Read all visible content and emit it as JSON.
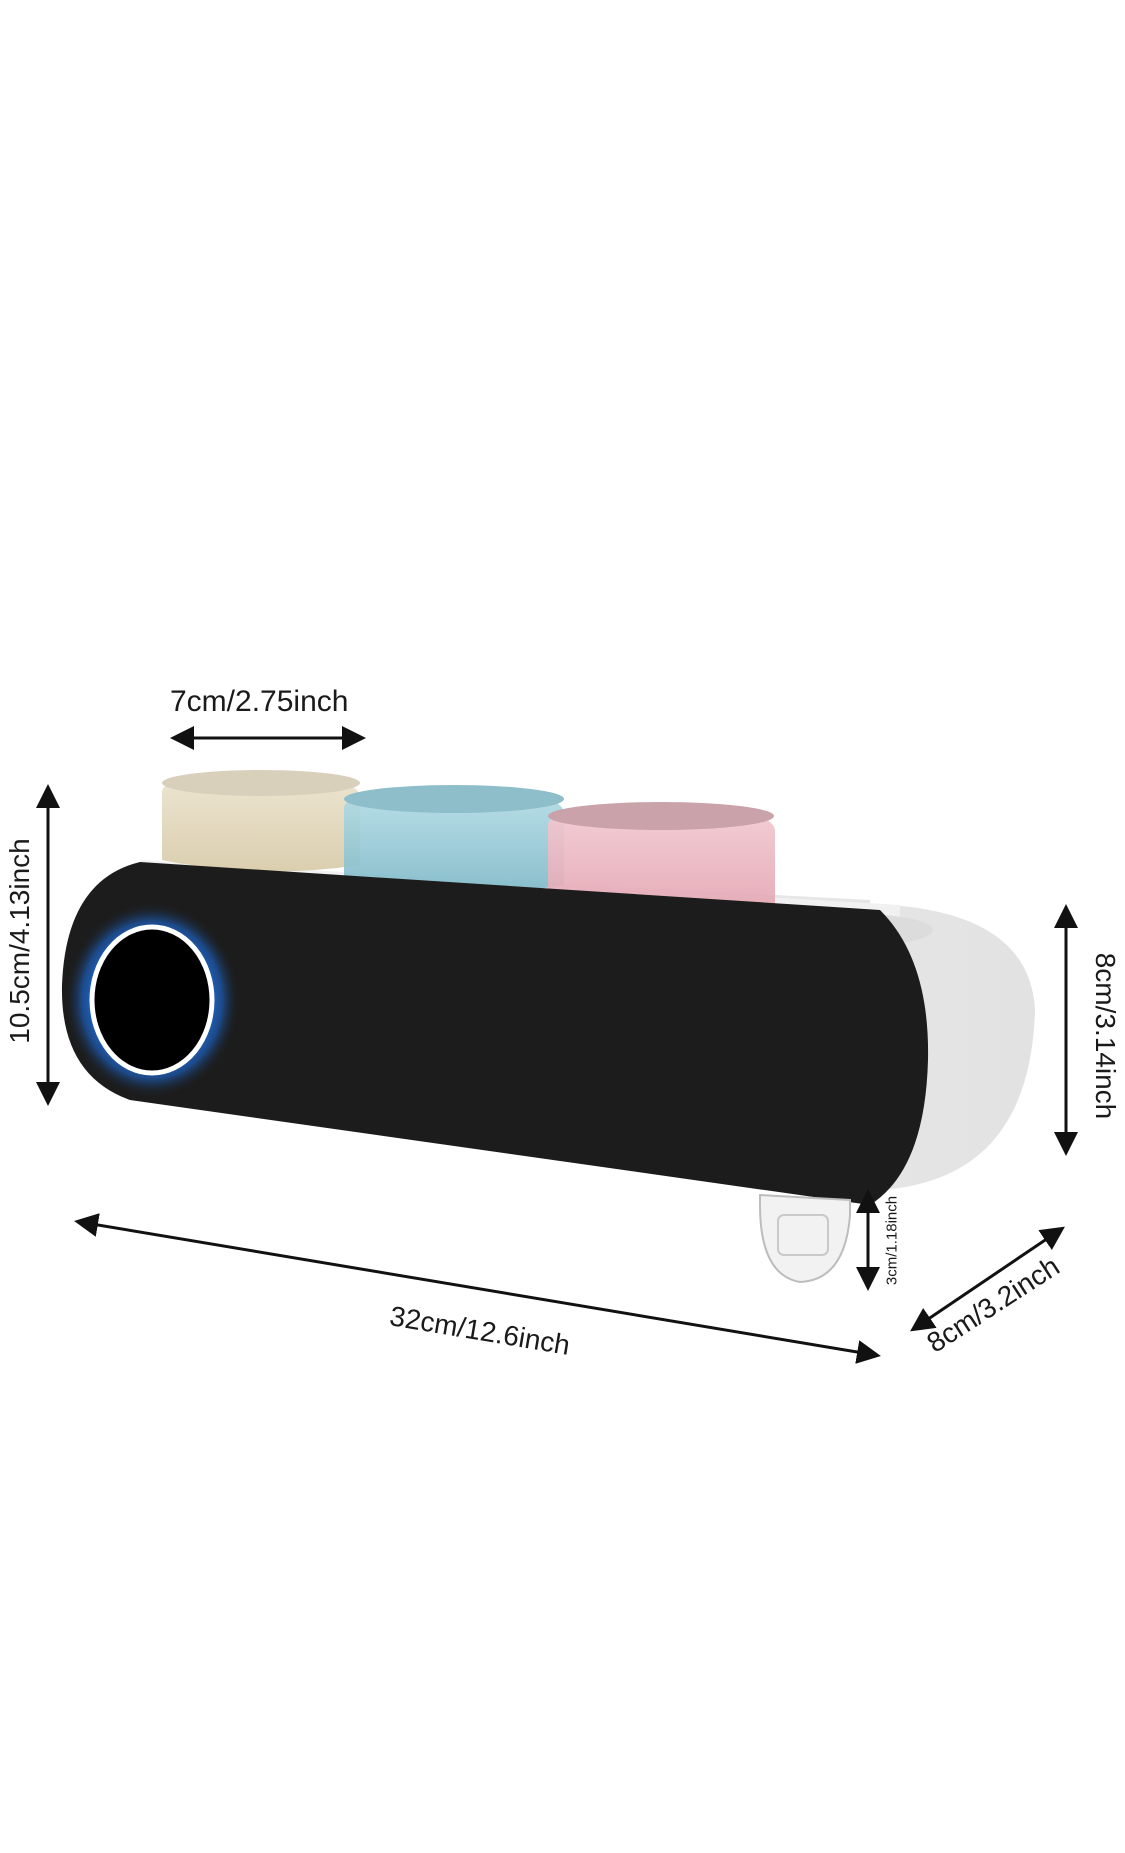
{
  "product": {
    "name": "wall-mounted toothbrush holder with three cups",
    "colors": {
      "body_front": "#1c1c1c",
      "body_side": "#ececec",
      "ring_glow": "#1e6fe0",
      "ring_white": "#ffffff",
      "cup_beige": "#e6dcc2",
      "cup_blue": "#9fd0dc",
      "cup_pink": "#efb8c4",
      "dimension_ink": "#111111",
      "background": "#ffffff"
    },
    "cups": [
      {
        "color": "beige"
      },
      {
        "color": "blue"
      },
      {
        "color": "pink"
      }
    ]
  },
  "dimensions": {
    "cup_width": "7cm/2.75inch",
    "total_height": "10.5cm/4.13inch",
    "body_height": "8cm/3.14inch",
    "total_length": "32cm/12.6inch",
    "depth": "8cm/3.2inch",
    "hook_height": "3cm/1.18inch"
  }
}
